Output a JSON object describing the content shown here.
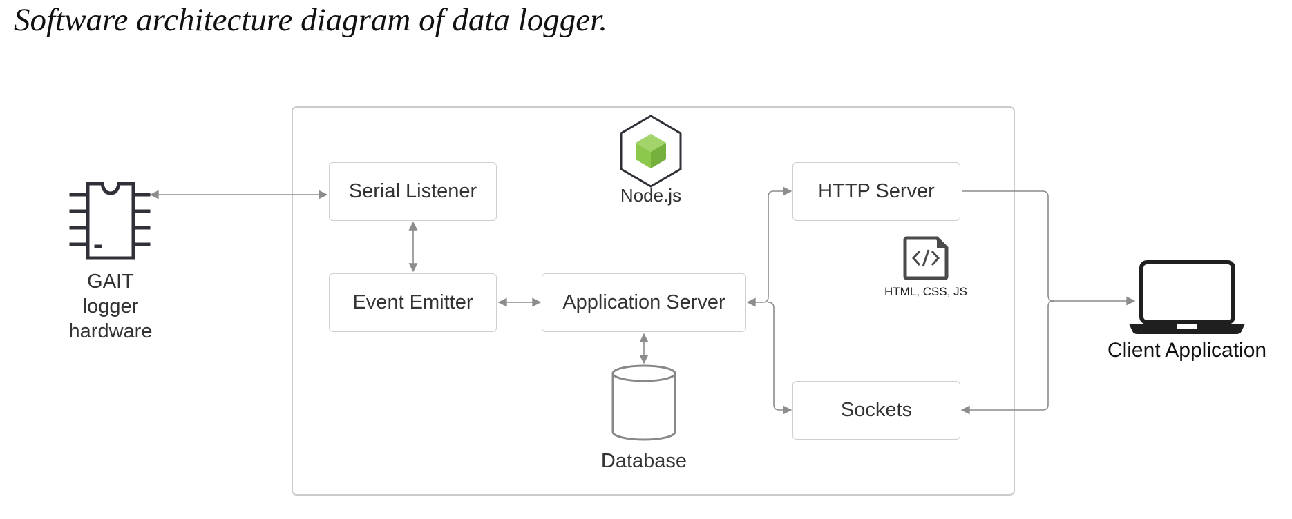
{
  "caption": "Software architecture diagram of data logger.",
  "nodes": {
    "runtime": "Node.js",
    "serial_listener": "Serial Listener",
    "event_emitter": "Event Emitter",
    "application_server": "Application Server",
    "http_server": "HTTP Server",
    "sockets": "Sockets",
    "database": "Database",
    "web_assets": "HTML, CSS, JS",
    "hardware_line1": "GAIT",
    "hardware_line2": "logger",
    "hardware_line3": "hardware",
    "client": "Client Application"
  },
  "icons": {
    "runtime": "nodejs-cube-icon",
    "hardware": "microchip-icon",
    "assets": "code-file-icon",
    "database": "database-cylinder-icon",
    "client": "laptop-icon"
  },
  "colors": {
    "accent": "#8cc84b",
    "line": "#8c8c8c",
    "icon": "#2f3038",
    "box_border": "#cfcfcf",
    "container_border": "#cccccc"
  }
}
